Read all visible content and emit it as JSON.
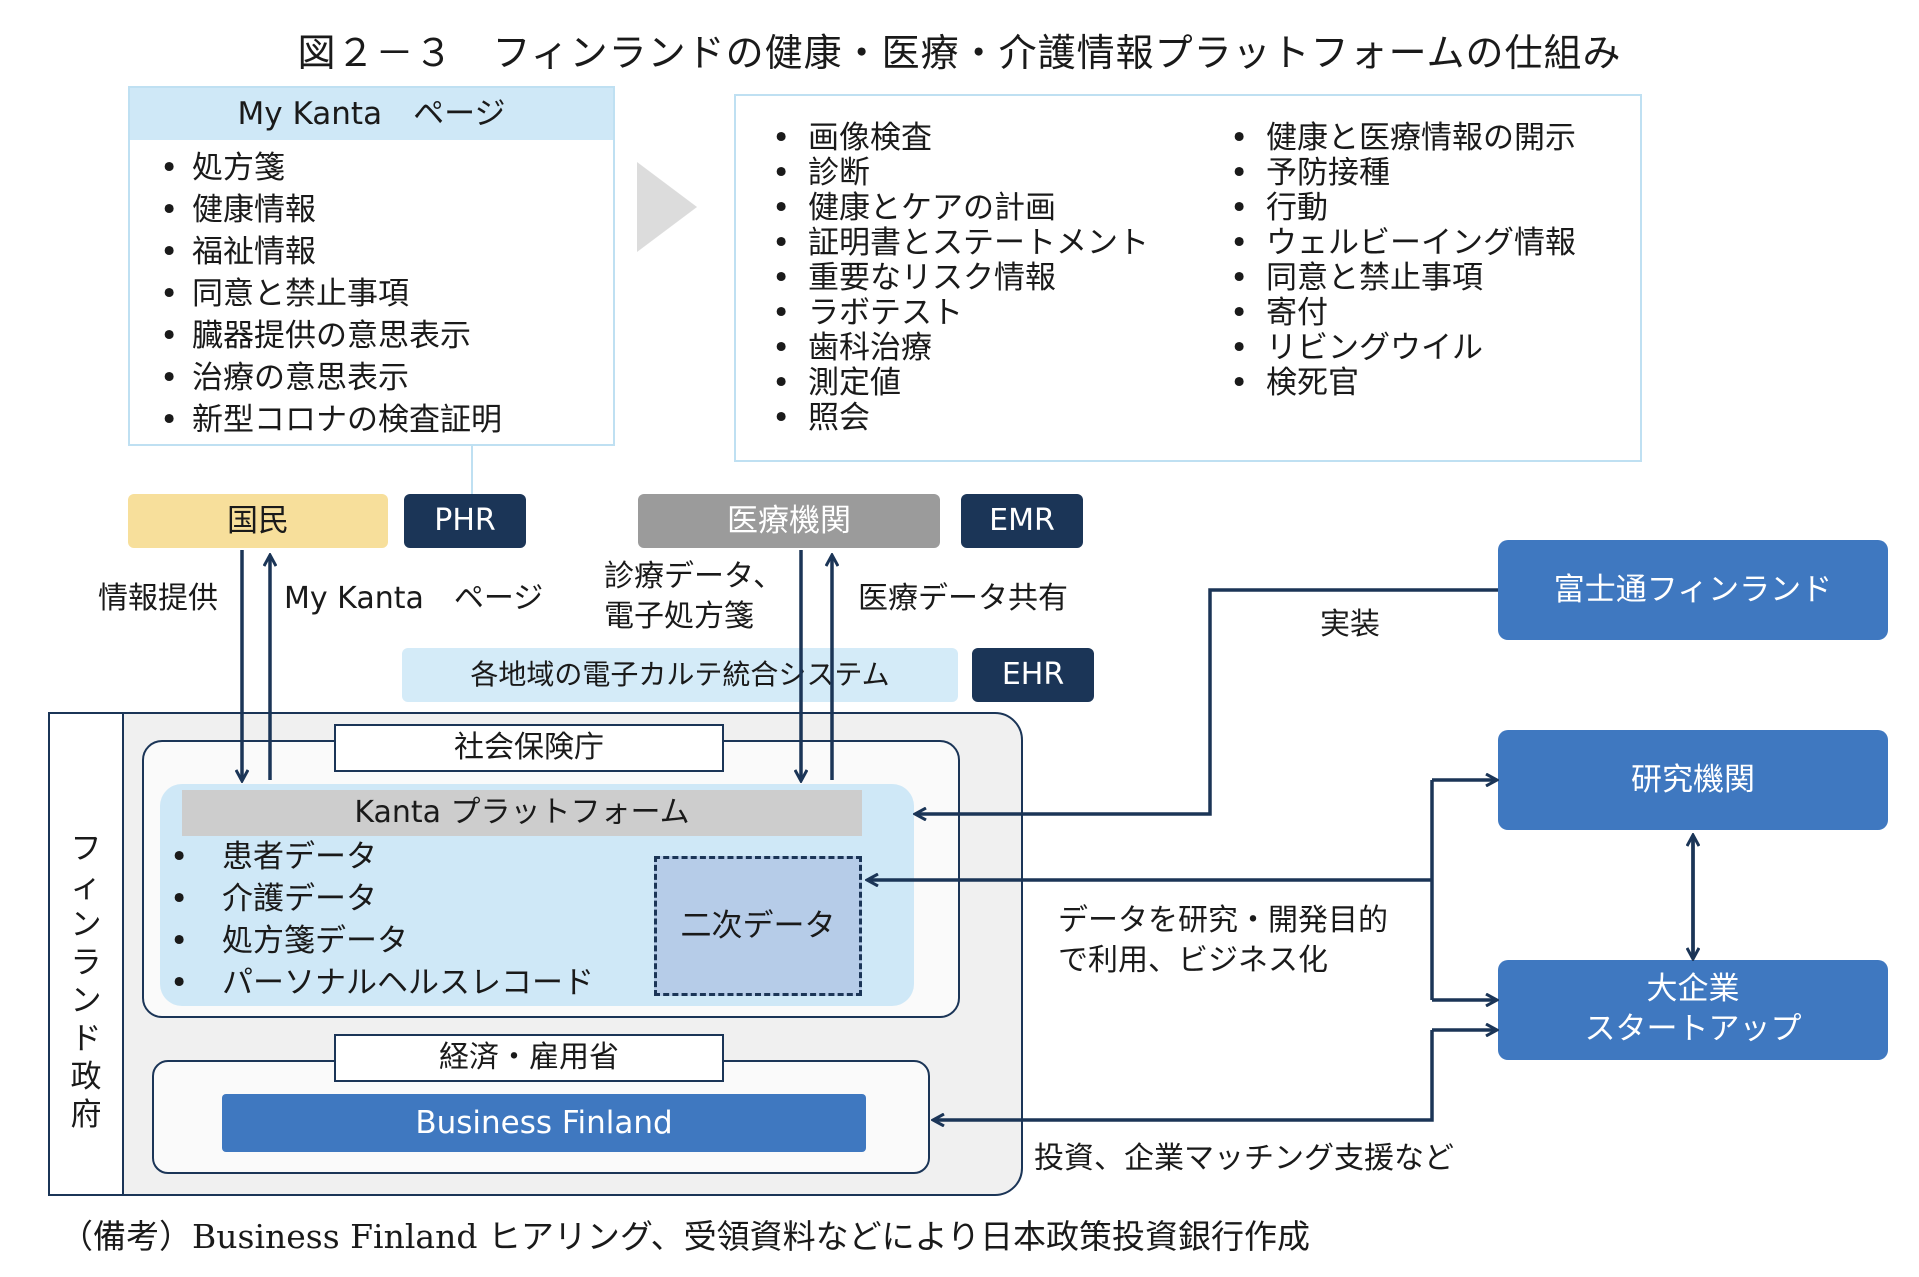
{
  "title": "図２－３　フィンランドの健康・医療・介護情報プラットフォームの仕組み",
  "my_kanta": {
    "header": "My Kanta　ページ",
    "items": [
      "処方箋",
      "健康情報",
      "福祉情報",
      "同意と禁止事項",
      "臓器提供の意思表示",
      "治療の意思表示",
      "新型コロナの検査証明"
    ]
  },
  "health_info_details": {
    "left": [
      "画像検査",
      "診断",
      "健康とケアの計画",
      "証明書とステートメント",
      "重要なリスク情報",
      "ラボテスト",
      "歯科治療",
      "測定値",
      "照会"
    ],
    "right": [
      "健康と医療情報の開示",
      "予防接種",
      "行動",
      "ウェルビーイング情報",
      "同意と禁止事項",
      "寄付",
      "リビングウイル",
      "検死官"
    ]
  },
  "bullet": "•",
  "actors": {
    "citizen": "国民",
    "phr": "PHR",
    "medical": "医療機関",
    "emr": "EMR",
    "ehr_system": "各地域の電子カルテ統合システム",
    "ehr": "EHR"
  },
  "flows": {
    "info_provision": "情報提供",
    "my_kanta_page": "My Kanta　ページ",
    "medical_data_1": "診療データ、",
    "medical_data_2": "電子処方箋",
    "medical_data_share": "医療データ共有",
    "implementation": "実装",
    "research_use_1": "データを研究・開発目的",
    "research_use_2": "で利用、ビジネス化",
    "investment": "投資、企業マッチング支援など"
  },
  "government": {
    "label": "フィンランド政府",
    "ssa": "社会保険庁",
    "kanta_platform": "Kanta プラットフォーム",
    "kanta_items": [
      "患者データ",
      "介護データ",
      "処方箋データ",
      "パーソナルヘルスレコード"
    ],
    "secondary_data": "二次データ",
    "meti": "経済・雇用省",
    "business_finland": "Business Finland"
  },
  "external": {
    "fujitsu": "富士通フィンランド",
    "research": "研究機関",
    "enterprise_1": "大企業",
    "enterprise_2": "スタートアップ"
  },
  "note": "（備考）Business Finland ヒアリング、受領資料などにより日本政策投資銀行作成",
  "colors": {
    "navy": "#1b3557",
    "blue": "#3f78c0",
    "light_blue": "#cfe8f7",
    "yellow": "#f7df9b",
    "gray": "#9b9b9b"
  }
}
